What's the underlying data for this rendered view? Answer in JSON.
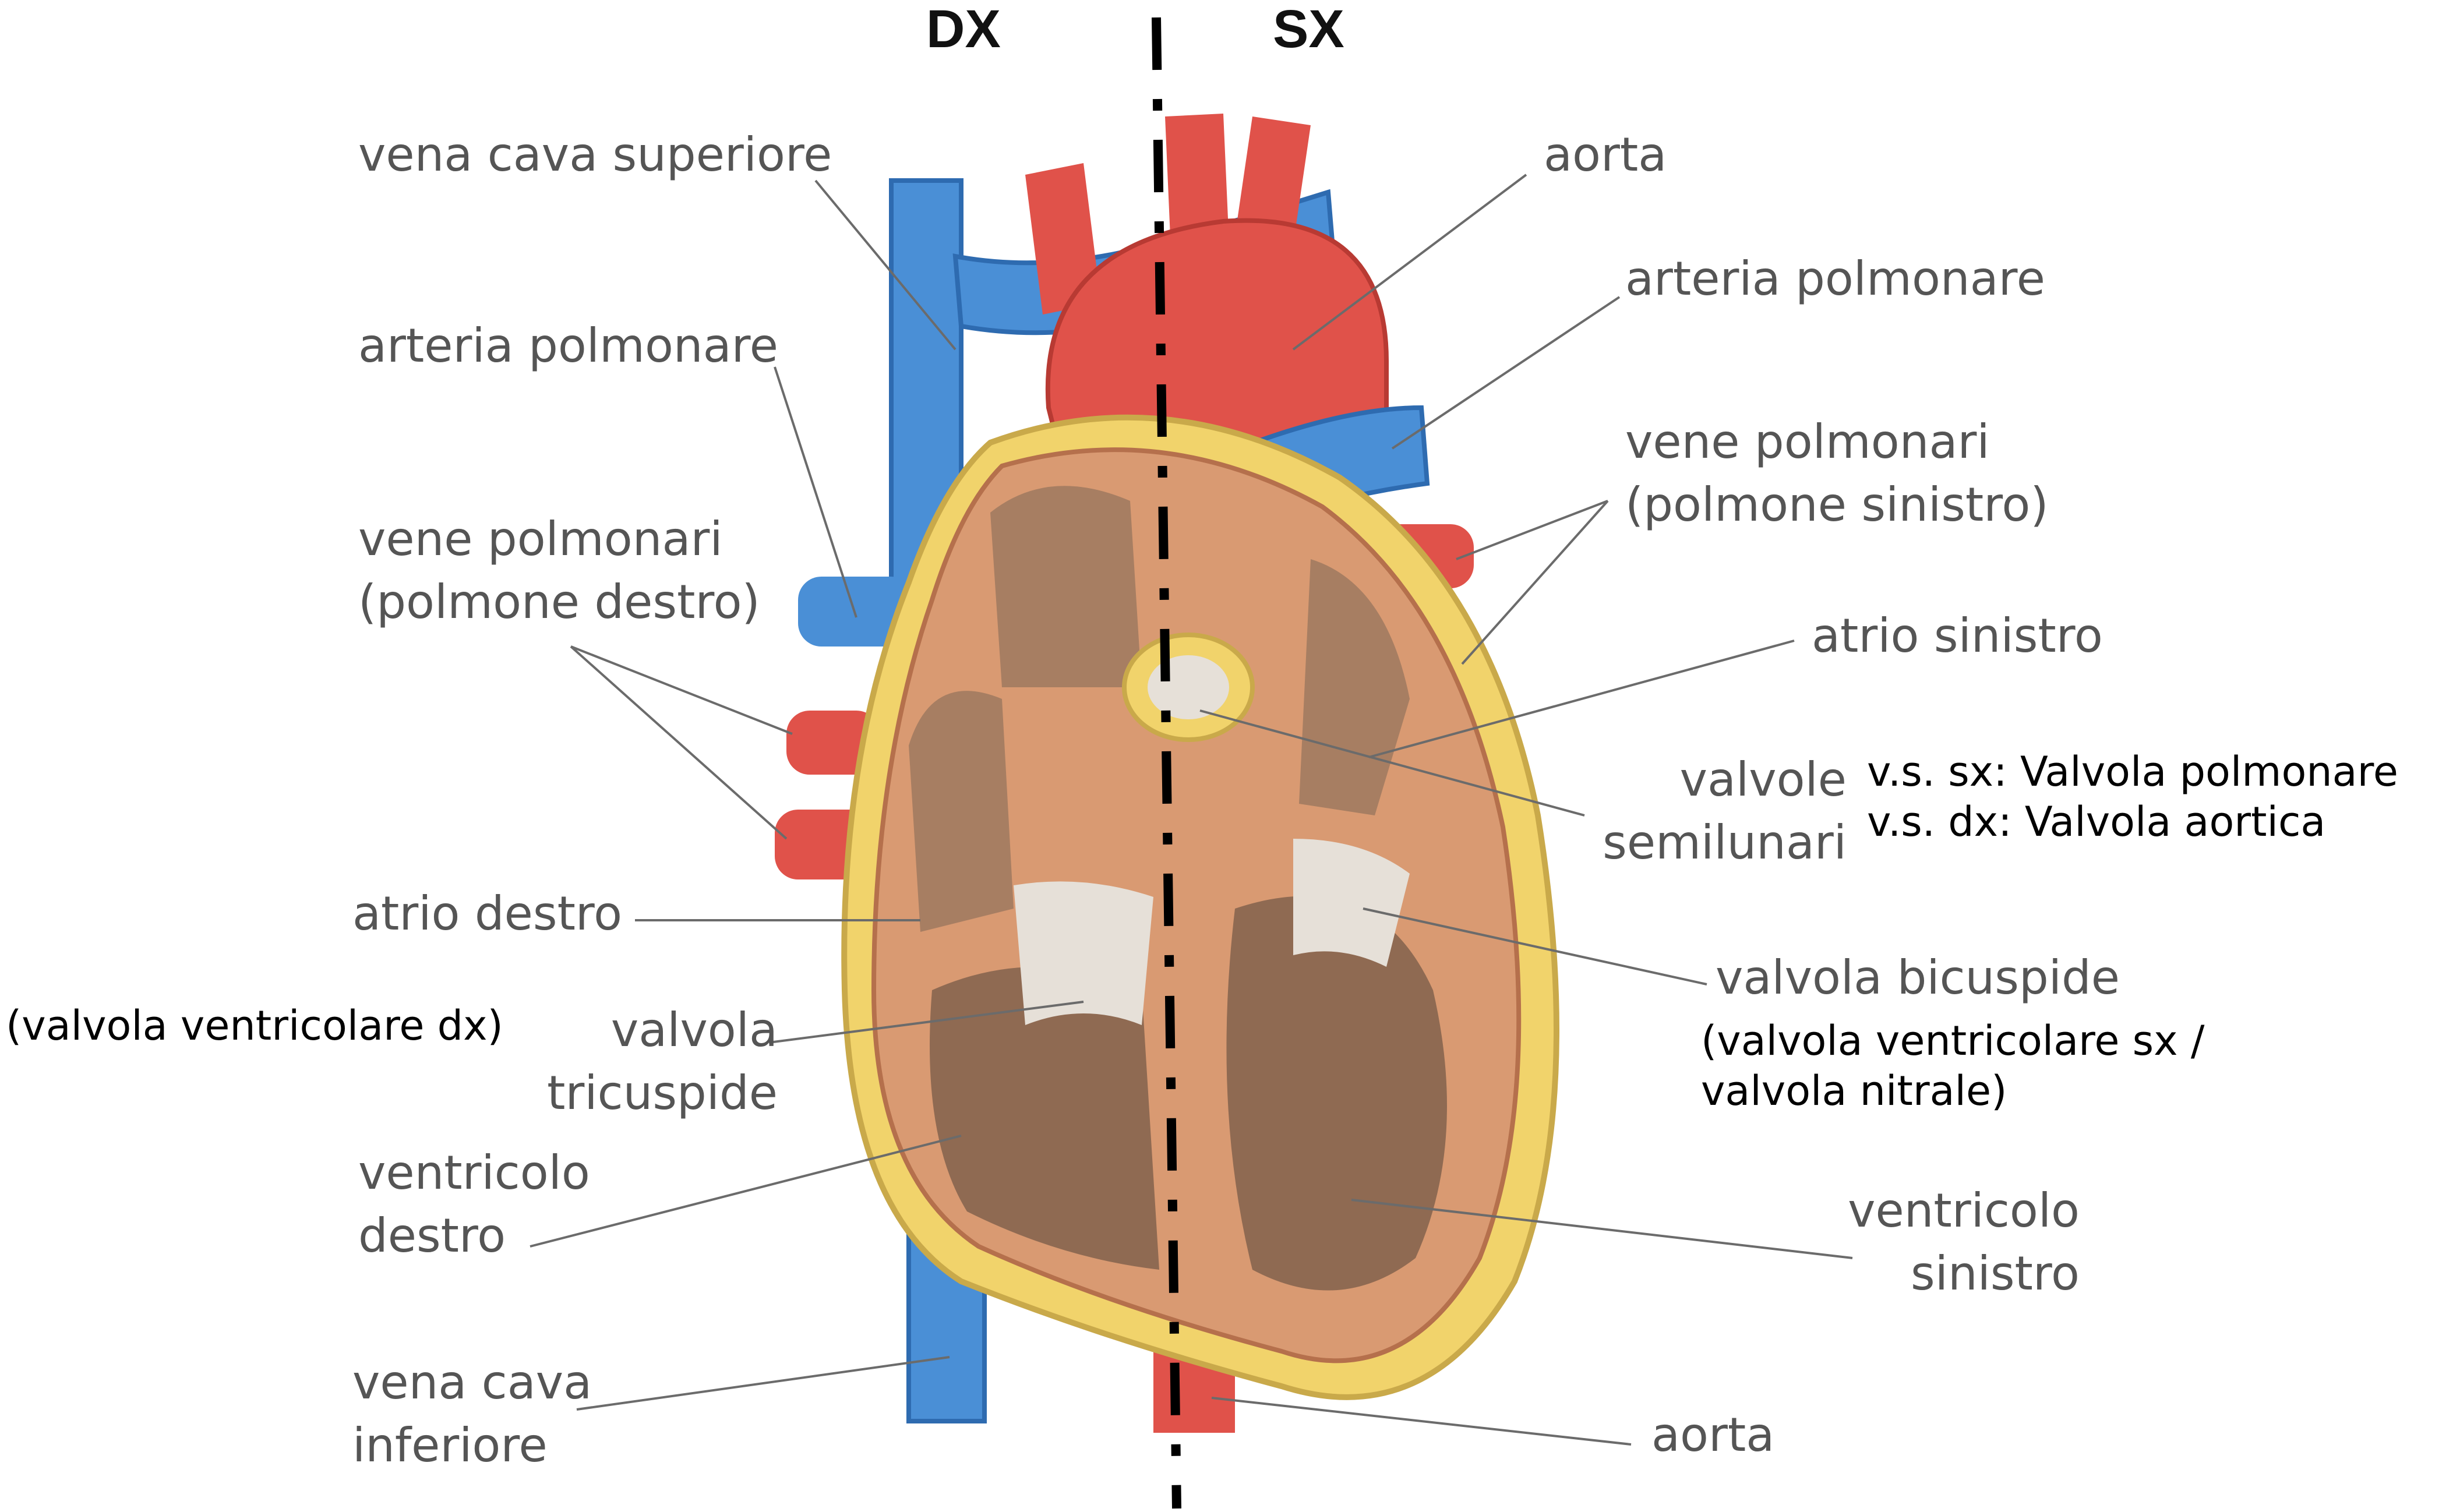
{
  "sides": {
    "right": "DX",
    "left": "SX"
  },
  "labels": {
    "vena_cava_superiore": "vena cava superiore",
    "arteria_polmonare_dx": "arteria polmonare",
    "vene_polmonari_dx": [
      "vene polmonari",
      "(polmone destro)"
    ],
    "atrio_destro": "atrio destro",
    "valvola_tricuspide": [
      "valvola",
      "tricuspide"
    ],
    "ventricolo_destro": [
      "ventricolo",
      "destro"
    ],
    "vena_cava_inferiore": [
      "vena cava",
      "inferiore"
    ],
    "aorta_top": "aorta",
    "arteria_polmonare_sx": "arteria polmonare",
    "vene_polmonari_sx": [
      "vene polmonari",
      "(polmone sinistro)"
    ],
    "atrio_sinistro": "atrio sinistro",
    "valvole_semilunari": [
      "valvole",
      "semilunari"
    ],
    "valvola_bicuspide": "valvola bicuspide",
    "ventricolo_sinistro": [
      "ventricolo",
      "sinistro"
    ],
    "aorta_bottom": "aorta"
  },
  "annotations": {
    "tricuspide_note": "(valvola ventricolare dx)",
    "semilunari_note": [
      "v.s. sx: Valvola polmonare",
      "v.s. dx: Valvola aortica"
    ],
    "bicuspide_note": [
      "(valvola ventricolare sx /",
      " valvola nitrale)"
    ]
  },
  "colors": {
    "vein_blue": "#4a8fd6",
    "artery_red": "#e0524a",
    "muscle": "#d99a72",
    "fat_yellow": "#f1d36b",
    "chamber": "#a77e62",
    "divider": "#000000",
    "leader": "#6b6b6b"
  }
}
